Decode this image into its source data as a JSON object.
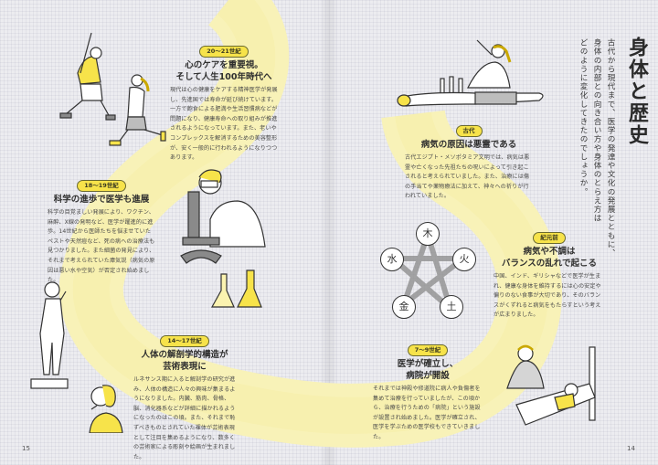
{
  "spread": {
    "title": "身体と歴史",
    "intro": [
      "古代から現代まで、医学の発達や文化の発展とともに、",
      "身体の内部との向き合い方や身体のとらえ方は",
      "どのように変化してきたのでしょうか。"
    ],
    "page_left_number": "15",
    "page_right_number": "14"
  },
  "colors": {
    "accent_yellow": "#f7e34a",
    "path_yellow": "#f8f2b8",
    "background": "#ececf0",
    "ink": "#333333"
  },
  "eras": [
    {
      "badge": "古代",
      "heading": [
        "病気の原因は悪霊である"
      ],
      "body": "古代エジプト・メソポタミア文明では、病気は悪霊や亡くなった先祖たちの呪いによって引き起こされると考えられていました。また、治療には傷の手当てや薬物療法に加えて、神々への祈りが行われていました。"
    },
    {
      "badge": "紀元前",
      "heading": [
        "病気や不調は",
        "バランスの乱れで起こる"
      ],
      "body": "中国、インド、ギリシャなどで医学が生まれ、健康な身体を維持するには心の安定や偏りのない食事が大切であり、そのバランスがくずれると病気をもたらすという考えが広まりました。"
    },
    {
      "badge": "7〜9世紀",
      "heading": [
        "医学が確立し、",
        "病院が開設"
      ],
      "body": "それまでは神殿や修道院に病人や負傷者を集めて治療を行っていましたが、この頃から、治療を行うための「病院」という施設が設置され始めました。医学が確立され、医学を学ぶための医学校もできていきました。"
    },
    {
      "badge": "14〜17世紀",
      "heading": [
        "人体の解剖学的構造が",
        "芸術表現に"
      ],
      "body": "ルネサンス期に入ると解剖学の研究が進み、人体の構造に人々の興味が集まるようになりました。内臓、筋肉、骨格、脳、消化器系などが詳細に描かれるようになったのはこの頃。また、それまで恥ずべきものとされていた裸体が芸術表現として注目を集めるようになり、数多くの芸術家による彫刻や絵画が生まれました。"
    },
    {
      "badge": "18〜19世紀",
      "heading": [
        "科学の進歩で医学も進展"
      ],
      "body": "科学の目覚ましい発展により、ワクチン、麻酔、X線の発明など、医学が躍進的に進歩。14世紀から医師たちを悩ませていたペストや天然痘など、死の病への治療法も見つかりました。また細菌の発見により、それまで考えられていた瘴気説（病気の原因は悪い水や空気）が否定され始めました。"
    },
    {
      "badge": "20〜21世紀",
      "heading": [
        "心のケアを重要視。",
        "そして人生100年時代へ"
      ],
      "body": "現代は心の健康をケアする精神医学が発展し、先進国では寿命が延び続けています。一方で飽食による肥満や生活習慣病などが問題になり、健康寿命への取り組みが推進されるようになっています。また、老いやコンプレックスを解消するための美容整形が、安く一般的に行われるようになりつつあります。"
    }
  ],
  "gogyo": {
    "nodes": [
      "木",
      "火",
      "土",
      "金",
      "水"
    ]
  },
  "illustrations": [
    {
      "name": "ancient-healing-ritual",
      "desc": "priestess praying over lying man with candles"
    },
    {
      "name": "nurse-and-patient",
      "desc": "nurse caring for patient in bed"
    },
    {
      "name": "david-statue",
      "desc": "classical nude statue on pedestal"
    },
    {
      "name": "artist-observing",
      "desc": "person with curly hair looking at statue"
    },
    {
      "name": "scientist-microscope",
      "desc": "scientist with microscope and flasks"
    },
    {
      "name": "exercising-people",
      "desc": "two people running and stretching"
    }
  ]
}
